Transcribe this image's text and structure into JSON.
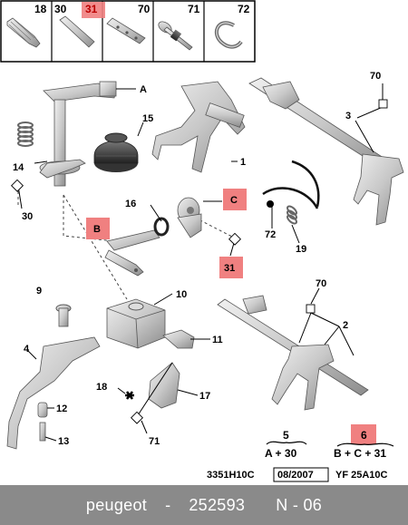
{
  "top_parts": [
    "18",
    "30",
    "31",
    "70",
    "71",
    "72"
  ],
  "callouts": {
    "c1": "1",
    "c2": "2",
    "c3": "3",
    "c4": "4",
    "c5": "5",
    "c6": "6",
    "c9": "9",
    "c10": "10",
    "c11": "11",
    "c12": "12",
    "c13": "13",
    "c14": "14",
    "c15": "15",
    "c16": "16",
    "c17": "17",
    "c18": "18",
    "c19": "19",
    "c30": "30",
    "c31": "31",
    "c70a": "70",
    "c70b": "70",
    "c71a": "71",
    "c72": "72",
    "A": "A",
    "B": "B",
    "C": "C"
  },
  "kits": {
    "k5_label": "5",
    "k5_formula": "A + 30",
    "k6_label": "6",
    "k6_formula": "B + C + 31"
  },
  "refs": {
    "ref1": "3351H10C",
    "ref2": "08/2007",
    "ref3": "YF 25A10C"
  },
  "footer": {
    "brand": "peugeot",
    "sep": "-",
    "part": "252593",
    "code": "N - 06"
  },
  "colors": {
    "highlight": "#f08080",
    "line": "#222222",
    "part_fill": "#d8d8d8",
    "part_stroke": "#555555",
    "footer_bg": "#8a8a8a"
  }
}
